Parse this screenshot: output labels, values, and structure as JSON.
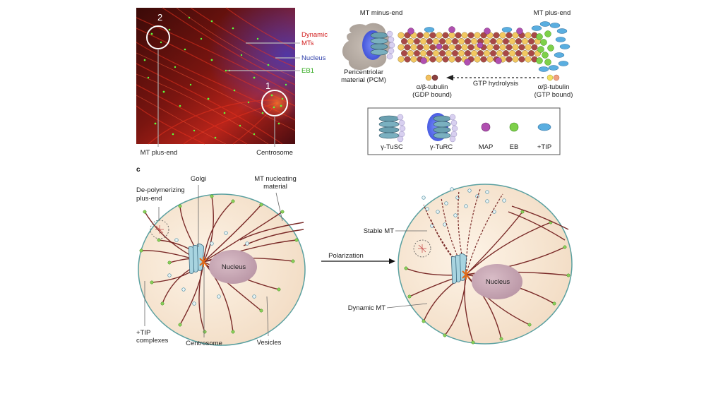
{
  "panel_a": {
    "region_1": "1",
    "region_2": "2",
    "labels": {
      "dynamic_mts_l1": "Dynamic",
      "dynamic_mts_l2": "MTs",
      "nucleus": "Nucleus",
      "eb1": "EB1",
      "mt_plus_end": "MT plus-end",
      "centrosome": "Centrosome"
    },
    "colors": {
      "dynamic_mts": "#d11a1a",
      "nucleus": "#2b3ca8",
      "eb1": "#2ea81a"
    }
  },
  "panel_b": {
    "mt_minus_end": "MT minus-end",
    "mt_plus_end": "MT plus-end",
    "pcm_l1": "Pericentriolar",
    "pcm_l2": "material (PCM)",
    "gdp_l1": "α/β-tubulin",
    "gdp_l2": "(GDP bound)",
    "gtp_hydrolysis": "GTP hydrolysis",
    "gtp_l1": "α/β-tubulin",
    "gtp_l2": "(GTP bound)",
    "legend": {
      "tusc": "γ-TuSC",
      "turc": "γ-TuRC",
      "map": "MAP",
      "eb": "EB",
      "tip": "+TIP"
    }
  },
  "panel_c": {
    "letter": "c",
    "left_cell": {
      "depolymerizing_l1": "De-polymerizing",
      "depolymerizing_l2": "plus-end",
      "golgi": "Golgi",
      "mt_nucleating_l1": "MT nucleating",
      "mt_nucleating_l2": "material",
      "nucleus": "Nucleus",
      "tip_complexes_l1": "+TIP",
      "tip_complexes_l2": "complexes",
      "centrosome": "Centrosome",
      "vesicles": "Vesicles"
    },
    "polarization": "Polarization",
    "right_cell": {
      "stable_mt": "Stable MT",
      "dynamic_mt": "Dynamic MT",
      "nucleus": "Nucleus"
    }
  }
}
